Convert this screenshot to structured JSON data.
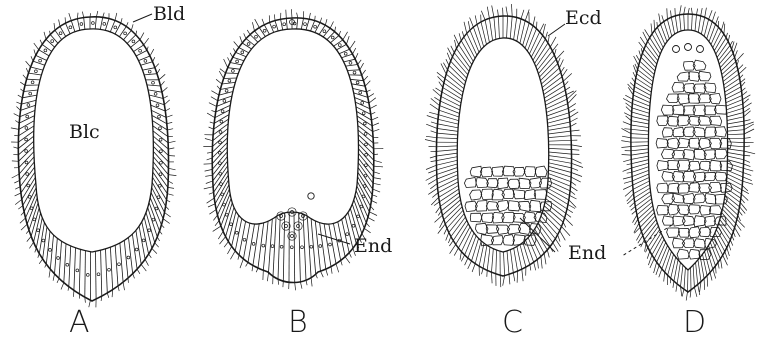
{
  "figure": {
    "panels": [
      {
        "id": "A",
        "label": "A",
        "annotations": [
          "Bld",
          "Blc"
        ]
      },
      {
        "id": "B",
        "label": "B",
        "annotations": [
          "End"
        ]
      },
      {
        "id": "C",
        "label": "C",
        "annotations": [
          "Ecd",
          "End"
        ]
      },
      {
        "id": "D",
        "label": "D",
        "annotations": []
      }
    ]
  },
  "colors": {
    "ink": "#1a1a1a",
    "background": "#ffffff"
  }
}
